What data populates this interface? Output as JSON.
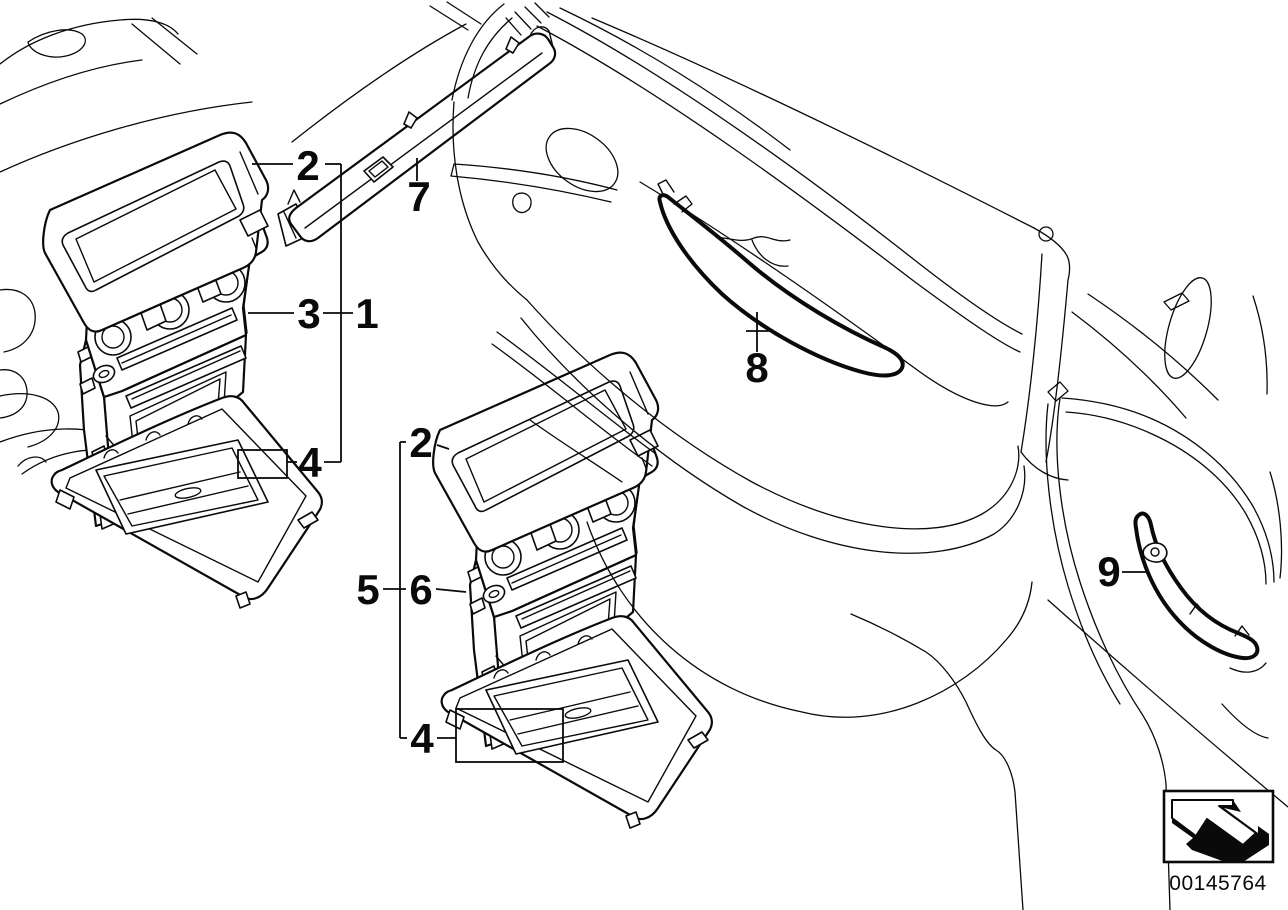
{
  "diagram": {
    "callouts": {
      "console_front": {
        "assembly": "1",
        "upper_trim": "2",
        "center_trim": "3",
        "lower_trim": "4"
      },
      "console_rear": {
        "assembly": "5",
        "upper_trim": "2",
        "center_trim": "6",
        "lower_trim": "4"
      },
      "glovebox_strip": "7",
      "front_door_trim": "8",
      "rear_panel_trim": "9"
    },
    "stamp": {
      "image_number": "00145764",
      "icon": "return-arrow-icon"
    }
  }
}
